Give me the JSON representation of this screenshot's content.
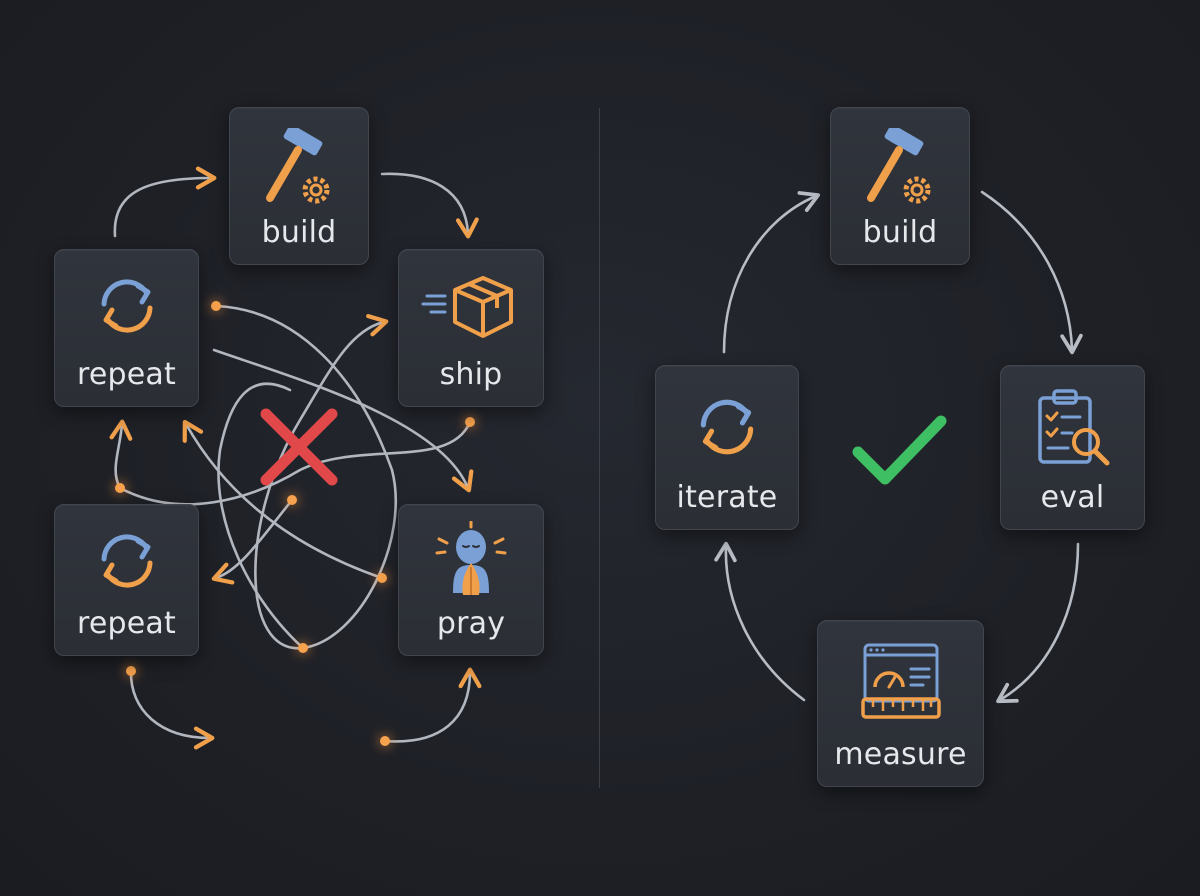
{
  "left_panel": {
    "nodes": {
      "build": "build",
      "repeat_top": "repeat",
      "ship": "ship",
      "repeat_bottom": "repeat",
      "pray": "pray"
    },
    "status_icon": "cross-icon"
  },
  "right_panel": {
    "nodes": {
      "build": "build",
      "eval": "eval",
      "measure": "measure",
      "iterate": "iterate"
    },
    "status_icon": "check-icon"
  },
  "colors": {
    "background": "#1e2026",
    "card": "#2d3037",
    "accent_orange": "#f0a04b",
    "accent_blue": "#7aa0d6",
    "arrow_gray": "#b8bcc4",
    "cross_red": "#e0484a",
    "check_green": "#3fbf63"
  }
}
